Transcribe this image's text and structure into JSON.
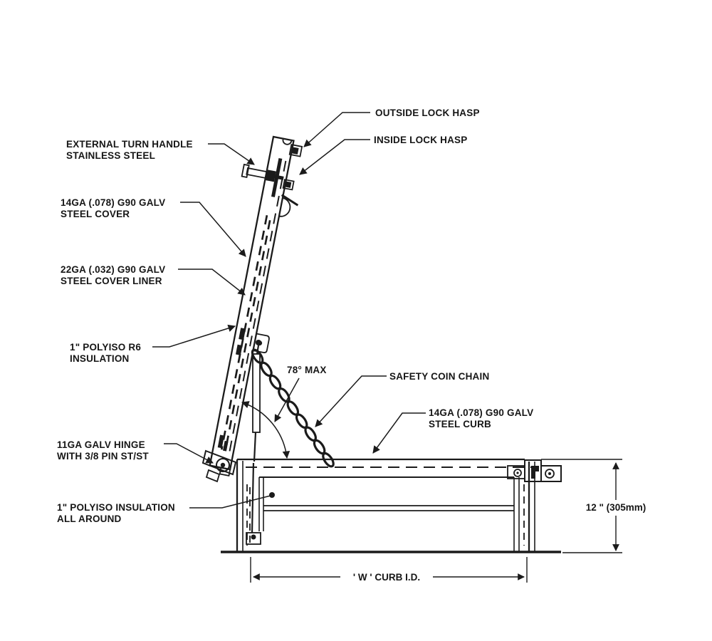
{
  "labels": {
    "outside_lock_hasp": "OUTSIDE LOCK HASP",
    "inside_lock_hasp": "INSIDE LOCK HASP",
    "external_turn_handle": {
      "line1": "EXTERNAL TURN HANDLE",
      "line2": "STAINLESS STEEL"
    },
    "steel_cover": {
      "line1": "14GA (.078) G90 GALV",
      "line2": "STEEL  COVER"
    },
    "steel_cover_liner": {
      "line1": "22GA (.032) G90 GALV",
      "line2": "STEEL COVER LINER"
    },
    "cover_insulation": {
      "line1": "1\" POLYISO R6",
      "line2": "INSULATION"
    },
    "hinge": {
      "line1": "11GA GALV HINGE",
      "line2": "WITH 3/8  PIN ST/ST"
    },
    "curb_insulation": {
      "line1": "1\" POLYISO INSULATION",
      "line2": "ALL AROUND"
    },
    "safety_chain": "SAFETY COIN CHAIN",
    "steel_curb": {
      "line1": "14GA (.078) G90 GALV",
      "line2": "STEEL CURB"
    }
  },
  "dimensions": {
    "opening_angle": "78°  MAX",
    "curb_height": "12 \" (305mm)",
    "curb_width": "' W ' CURB I.D."
  },
  "colors": {
    "line": "#1b1b1b",
    "background": "#ffffff"
  }
}
